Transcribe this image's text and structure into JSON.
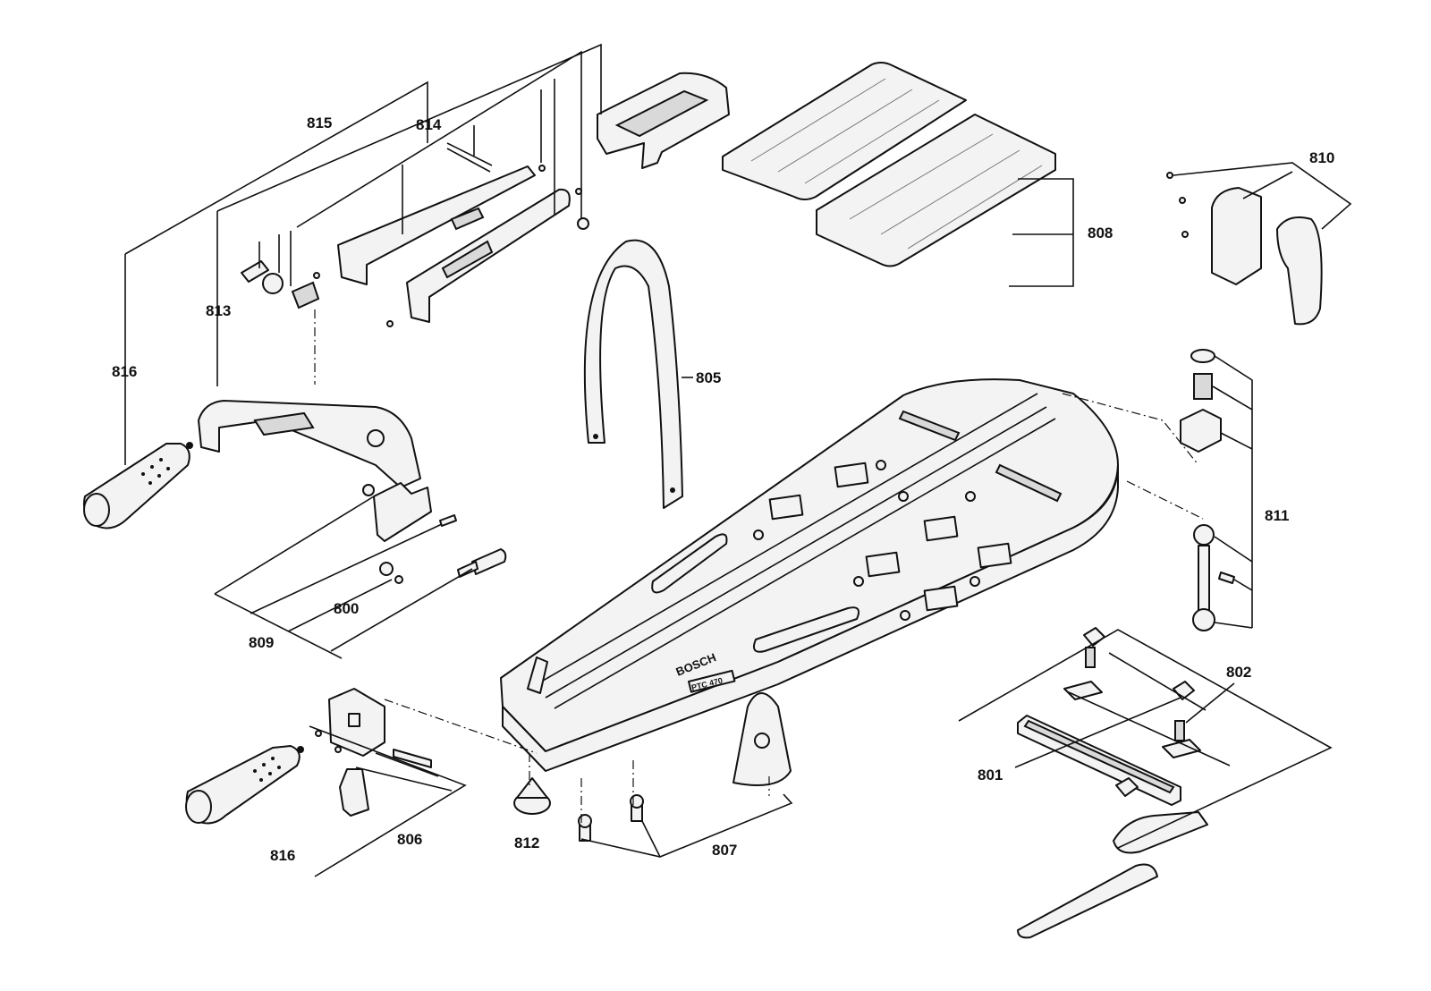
{
  "callouts": {
    "c800": "800",
    "c801": "801",
    "c802": "802",
    "c805": "805",
    "c806": "806",
    "c807": "807",
    "c808": "808",
    "c809": "809",
    "c810": "810",
    "c811": "811",
    "c812": "812",
    "c813": "813",
    "c814": "814",
    "c815": "815",
    "c816a": "816",
    "c816b": "816"
  },
  "brand_marking": "BOSCH",
  "model_marking": "PTC 470"
}
